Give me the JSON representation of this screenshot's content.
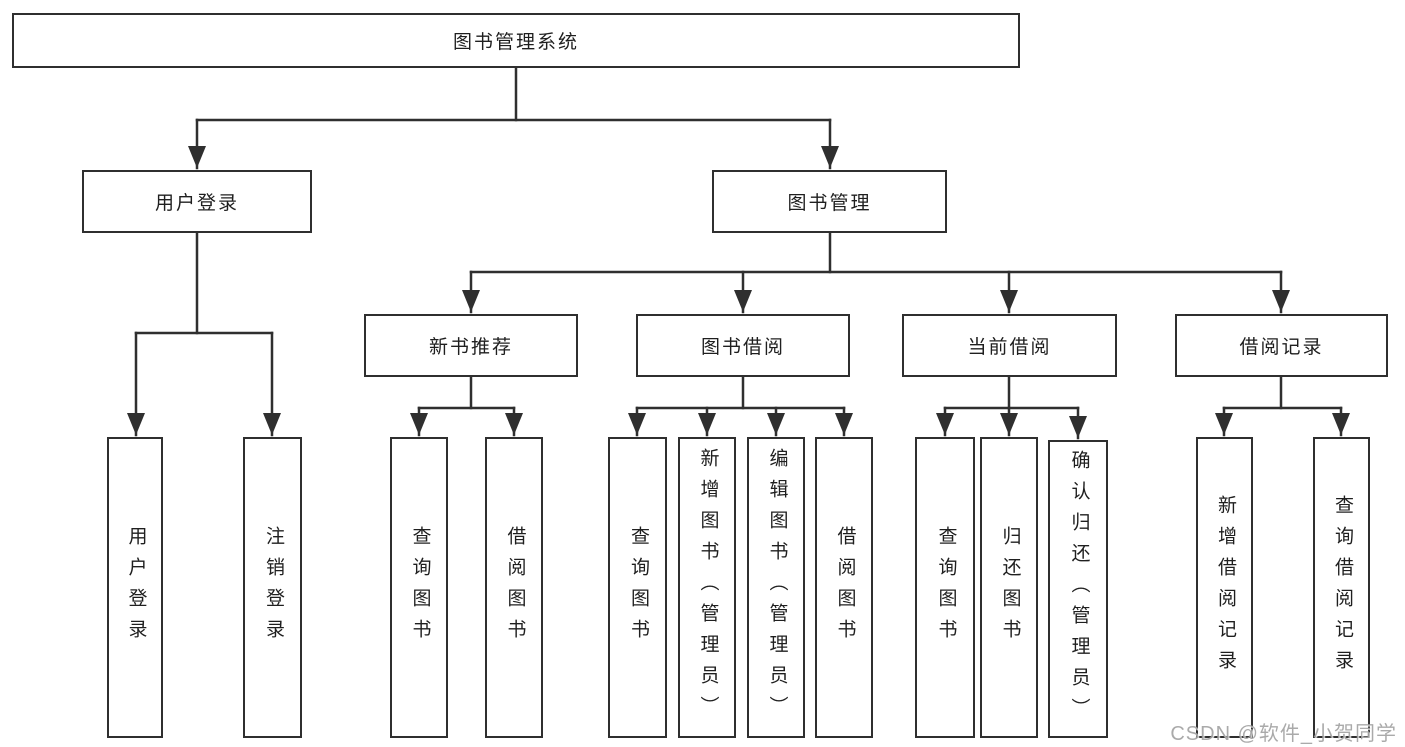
{
  "diagram_title": "图书管理系统",
  "nodes": {
    "root": "图书管理系统",
    "level2": [
      "用户登录",
      "图书管理"
    ],
    "level3": [
      "新书推荐",
      "图书借阅",
      "当前借阅",
      "借阅记录"
    ],
    "leaves": [
      "用户登录",
      "注销登录",
      "查询图书",
      "借阅图书",
      "查询图书",
      "新增图书（管理员）",
      "编辑图书（管理员）",
      "借阅图书",
      "查询图书",
      "归还图书",
      "确认归还（管理员）",
      "新增借阅记录",
      "查询借阅记录"
    ]
  },
  "colors": {
    "line": "#2f2f2f",
    "text": "#1f1f1f",
    "watermark": "#9e9e9e"
  },
  "watermark": "CSDN @软件_小贺同学"
}
